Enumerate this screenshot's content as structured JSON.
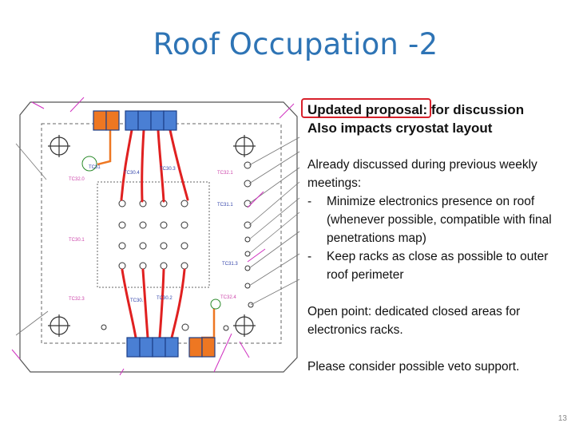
{
  "slide": {
    "title": "Roof Occupation -2",
    "number": "13"
  },
  "text_panel": {
    "heading_line1": "Updated proposal: for discussion",
    "heading_line2": "Also impacts cryostat layout",
    "intro": "Already discussed during previous weekly meetings:",
    "bullets": [
      {
        "dash": "-",
        "text": "Minimize electronics presence on roof (whenever possible, compatible with final penetrations map)"
      },
      {
        "dash": "-",
        "text": "Keep racks as close as possible to outer roof perimeter"
      }
    ],
    "open_point": "Open point: dedicated closed areas for electronics racks.",
    "closing": "Please consider possible veto support."
  },
  "diagram_labels": {
    "tc_labels": [
      "TC30.4",
      "TC30.3",
      "TC32.1",
      "TC32.0",
      "TC31.1",
      "TC30.1",
      "TC31.3",
      "TC32.3",
      "TC30.",
      "TC30.2",
      "TC32.4",
      "TC31"
    ]
  },
  "colors": {
    "title": "#2e74b5",
    "rack_blue": "#4a7fd4",
    "rack_orange": "#ee7722",
    "cable_red": "#e02020",
    "highlight": "#d8212b"
  }
}
